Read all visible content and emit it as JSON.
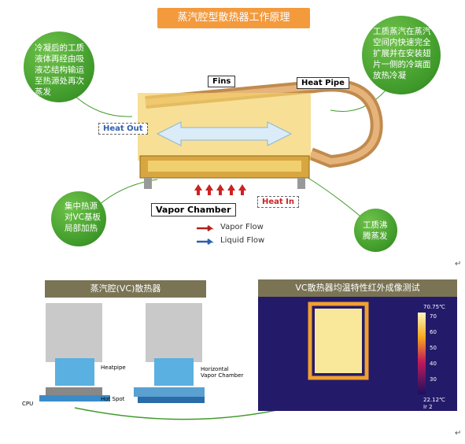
{
  "title": "蒸汽腔型散热器工作原理",
  "bubbles": {
    "top_left": "冷凝后的工质液体再经由吸液芯结构输运至热源处再次蒸发",
    "top_right": "工质蒸汽在蒸汽空间内快速完全扩展并在安装翅片一侧的冷端面放热冷凝",
    "bottom_left": "集中热源对VC基板局部加热",
    "bottom_right": "工质沸腾蒸发"
  },
  "diagram_labels": {
    "fins": "Fins",
    "heat_pipe": "Heat Pipe",
    "heat_out": "Heat Out",
    "vapor_chamber": "Vapor Chamber",
    "heat_in": "Heat In"
  },
  "legend": {
    "vapor": "Vapor Flow",
    "liquid": "Liquid Flow"
  },
  "bottom_left_panel": {
    "title": "蒸汽腔(VC)散热器",
    "heatpipe": "Heatpipe",
    "horizontal_vc": "Horizontal Vapor Chamber",
    "cpu": "CPU",
    "hot_spot": "Hot Spot"
  },
  "bottom_right_panel": {
    "title": "VC散热器均温特性红外成像测试",
    "max_temp": "70.75℃",
    "min_temp": "22.12℃",
    "ticks": [
      "70",
      "60",
      "50",
      "40",
      "30"
    ],
    "corner": "Ir 2"
  },
  "marks": {
    "return1": "↵",
    "return2": "↵"
  },
  "colors": {
    "bubble_green": "#4aa832",
    "title_orange": "#f39a3d",
    "panel_olive": "#7a7455",
    "vapor_red": "#b3201c",
    "liquid_blue": "#2f5fb0"
  }
}
